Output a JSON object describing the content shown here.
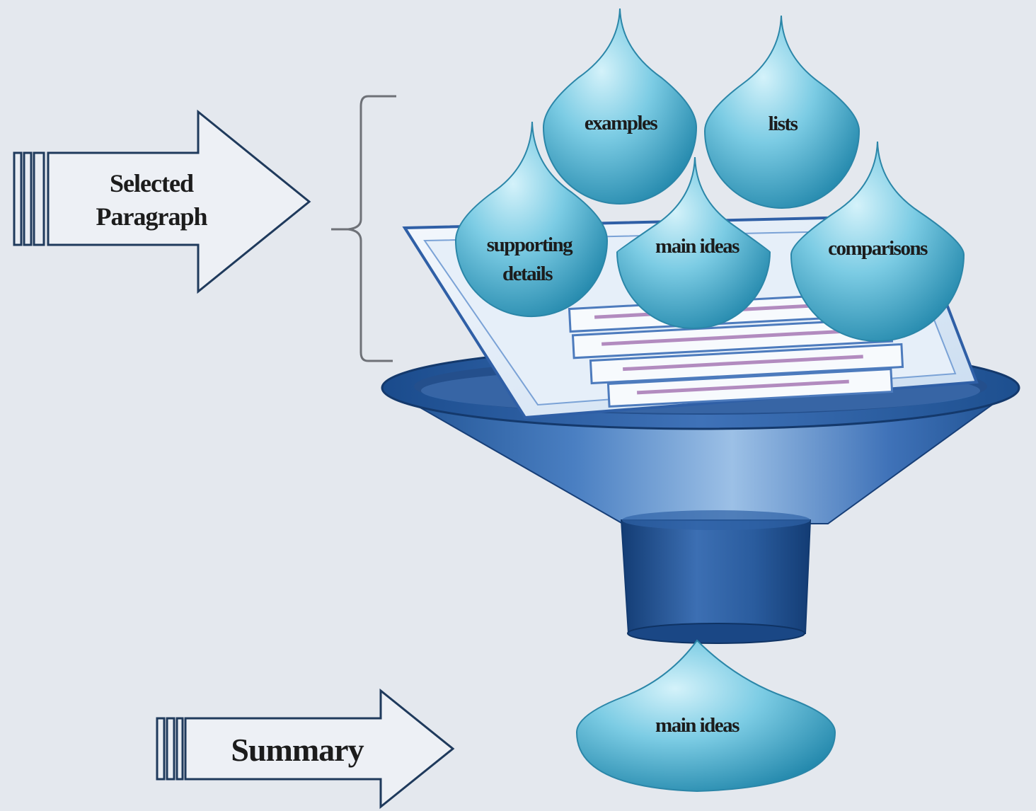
{
  "diagram": {
    "input_arrow": {
      "line1": "Selected",
      "line2": "Paragraph"
    },
    "output_arrow": {
      "label": "Summary"
    },
    "drops": {
      "examples": "examples",
      "lists": "lists",
      "supporting_line1": "supporting",
      "supporting_line2": "details",
      "main_ideas": "main ideas",
      "comparisons": "comparisons"
    },
    "output_drop": "main ideas"
  },
  "colors": {
    "background": "#e4e8ee",
    "arrow_outline": "#1f3a5c",
    "funnel_dark": "#1d4f8f",
    "funnel_light": "#5f8fc8",
    "drop_light": "#c8eef7",
    "drop_dark": "#2a8fb0"
  }
}
